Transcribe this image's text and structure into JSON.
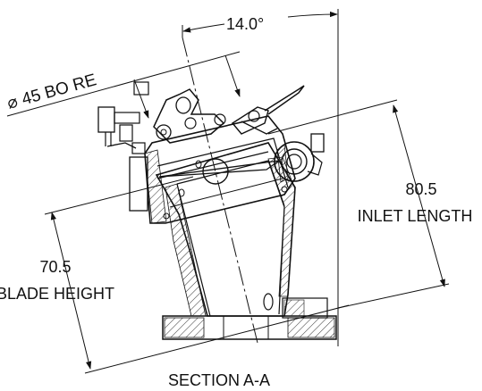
{
  "figure": {
    "caption": "SECTION A-A"
  },
  "dimensions": {
    "angle": {
      "value": "14.0°"
    },
    "bore": {
      "symbol": "⌀",
      "text": "45 BO RE"
    },
    "inlet": {
      "value": "80.5",
      "label": "INLET LENGTH"
    },
    "blade": {
      "value": "70.5",
      "label": "BLADE HEIGHT"
    }
  },
  "colors": {
    "line": "#111111",
    "hatch": "#333333",
    "background": "#ffffff"
  }
}
